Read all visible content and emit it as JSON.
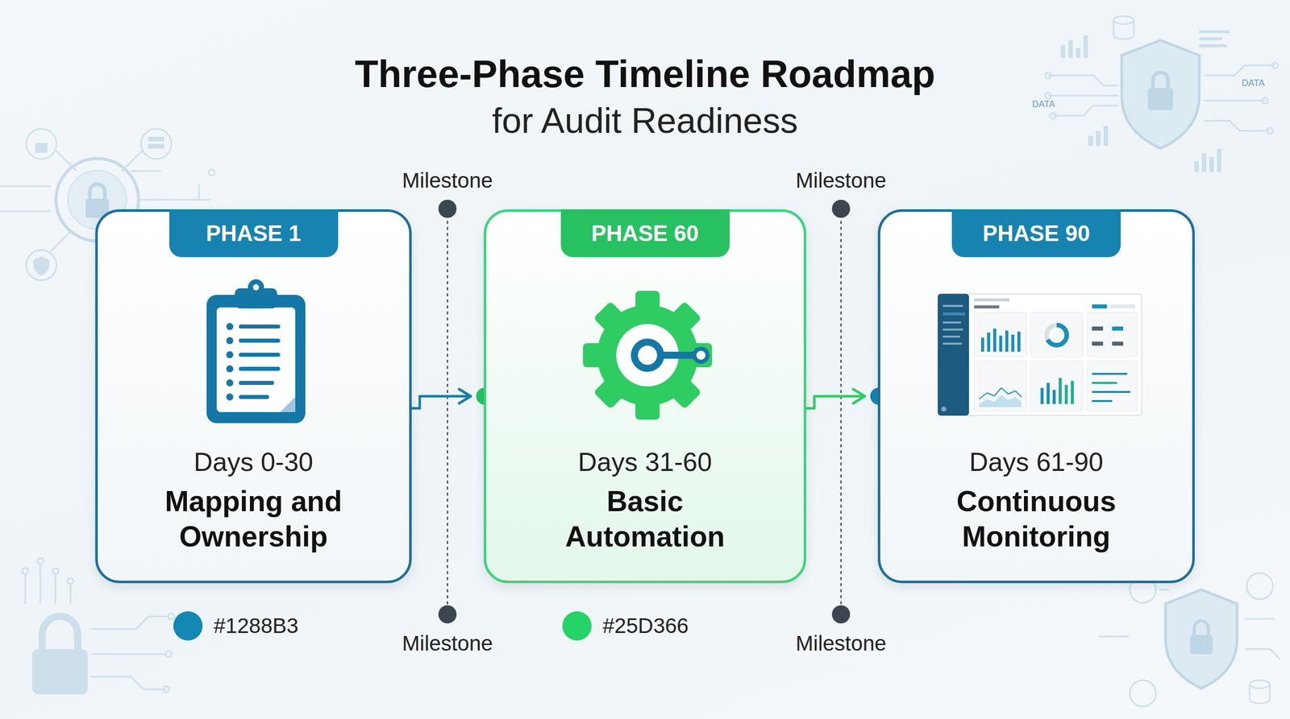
{
  "diagram": {
    "title": "Three-Phase Timeline Roadmap",
    "nodes": [
      {
        "text": [
          "PHASE 1",
          "Days 0-30",
          "Mapping and Ownership"
        ]
      },
      {
        "text": [
          "PHASE 60",
          "Days 31-60",
          "Basic Automation"
        ]
      },
      {
        "text": [
          "PHASE 90",
          "Days 61-90",
          "Continuous Monitoring"
        ]
      }
    ],
    "edges": [
      {
        "from": 0,
        "to": 1,
        "arrow": "to"
      },
      {
        "from": 1,
        "to": 2,
        "arrow": "to"
      }
    ],
    "labels": [
      "for Audit Readiness",
      "Milestone",
      "Milestone",
      "Milestone",
      "Milestone",
      "DATA",
      "DATA"
    ],
    "legend": [
      {
        "text": "#1288B3",
        "color": "#1288B3"
      },
      {
        "text": "#25D366",
        "color": "#25D366"
      }
    ]
  }
}
